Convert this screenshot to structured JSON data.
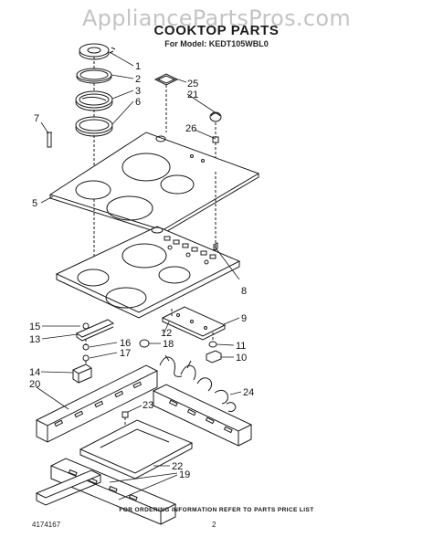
{
  "watermark": "AppliancePartsPros.com",
  "title": "COOKTOP PARTS",
  "model_line": "For Model: KEDT105WBL0",
  "callouts": [
    "1",
    "2",
    "3",
    "6",
    "7",
    "25",
    "21",
    "26",
    "5",
    "8",
    "9",
    "15",
    "13",
    "12",
    "16",
    "18",
    "17",
    "11",
    "10",
    "14",
    "20",
    "23",
    "24",
    "22",
    "19"
  ],
  "footer_note": "FOR ORDERING INFORMATION REFER TO PARTS PRICE LIST",
  "doc_number": "4174167",
  "page_number": "2"
}
